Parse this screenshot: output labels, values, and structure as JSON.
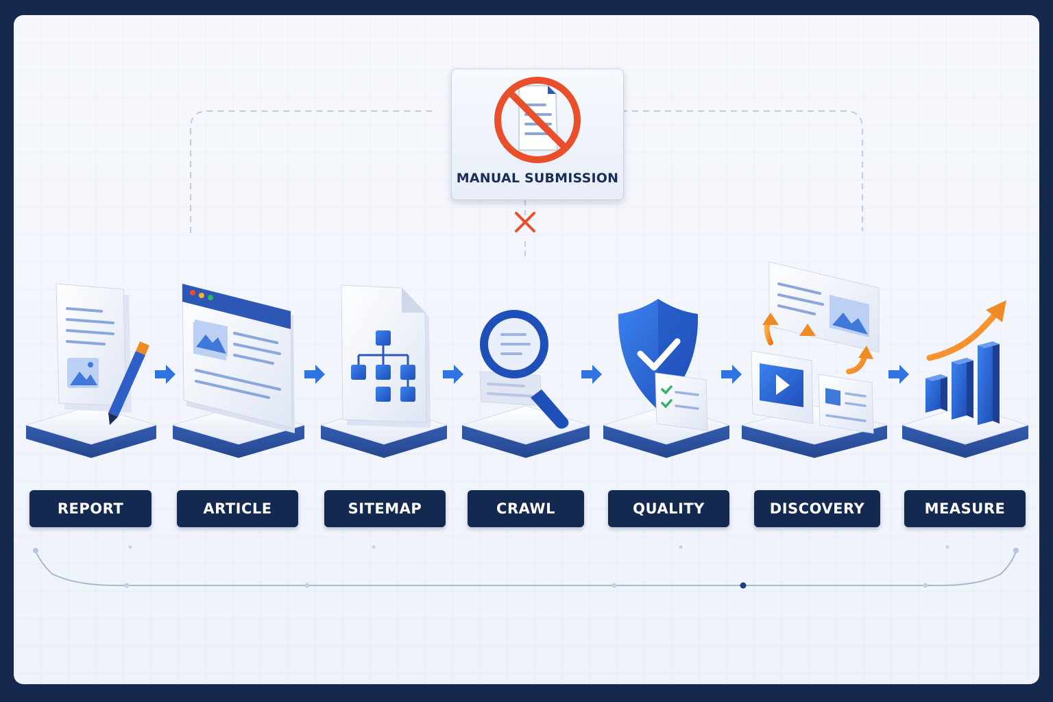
{
  "manual": {
    "label": "MANUAL SUBMISSION",
    "icon": "no-document-icon",
    "blocked_icon": "x-mark-icon"
  },
  "steps": [
    {
      "label": "REPORT",
      "icon": "document-pencil-icon"
    },
    {
      "label": "ARTICLE",
      "icon": "browser-article-icon"
    },
    {
      "label": "SITEMAP",
      "icon": "sitemap-hierarchy-icon"
    },
    {
      "label": "CRAWL",
      "icon": "magnifier-icon"
    },
    {
      "label": "QUALITY",
      "icon": "shield-check-icon"
    },
    {
      "label": "DISCOVERY",
      "icon": "content-cards-icon"
    },
    {
      "label": "MEASURE",
      "icon": "bar-chart-growth-icon"
    }
  ],
  "colors": {
    "frame": "#14294d",
    "label_bg": "#13294f",
    "accent_blue": "#2563d6",
    "accent_orange": "#f08a24",
    "prohibit_red": "#ea4f2b",
    "check_green": "#2fb36b"
  }
}
